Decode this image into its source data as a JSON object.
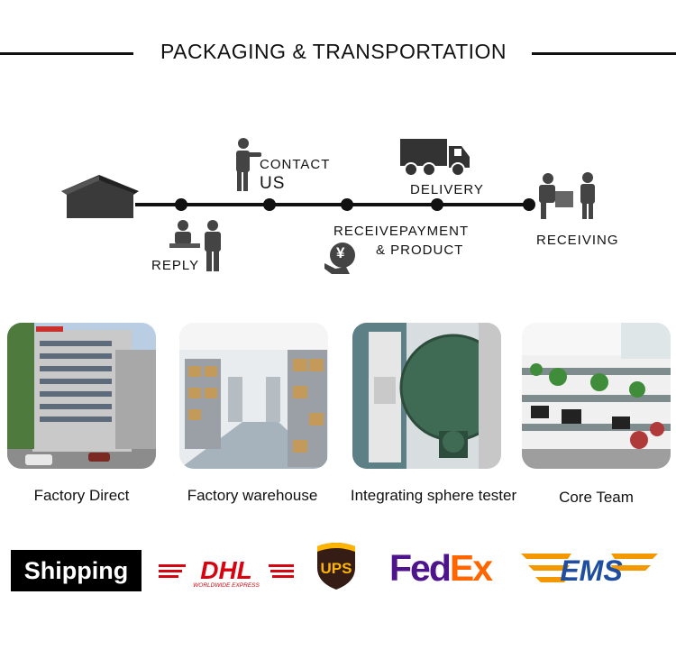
{
  "header": {
    "title": "PACKAGING  & TRANSPORTATION"
  },
  "process": {
    "steps": [
      {
        "label": "REPLY"
      },
      {
        "label_line1": "CONTACT",
        "label_line2": "US"
      },
      {
        "label_line1": "RECEIVEPAYMENT",
        "label_line2": "& PRODUCT"
      },
      {
        "label": "DELIVERY"
      },
      {
        "label": "RECEIVING"
      }
    ],
    "payment_symbol": "¥"
  },
  "gallery": [
    {
      "caption": "Factory Direct"
    },
    {
      "caption": "Factory warehouse"
    },
    {
      "caption": "Integrating sphere tester"
    },
    {
      "caption": "Core Team"
    }
  ],
  "shipping": {
    "label": "Shipping",
    "carriers": [
      {
        "name": "DHL",
        "tagline": "WORLDWIDE EXPRESS",
        "color": "#d40511"
      },
      {
        "name": "UPS",
        "color": "#351c15",
        "accent": "#ffb500"
      },
      {
        "name_part1": "Fed",
        "name_part2": "Ex",
        "color1": "#4d148c",
        "color2": "#ff6600"
      },
      {
        "name": "EMS",
        "color": "#1f4ea0",
        "accent": "#f39800"
      }
    ]
  }
}
